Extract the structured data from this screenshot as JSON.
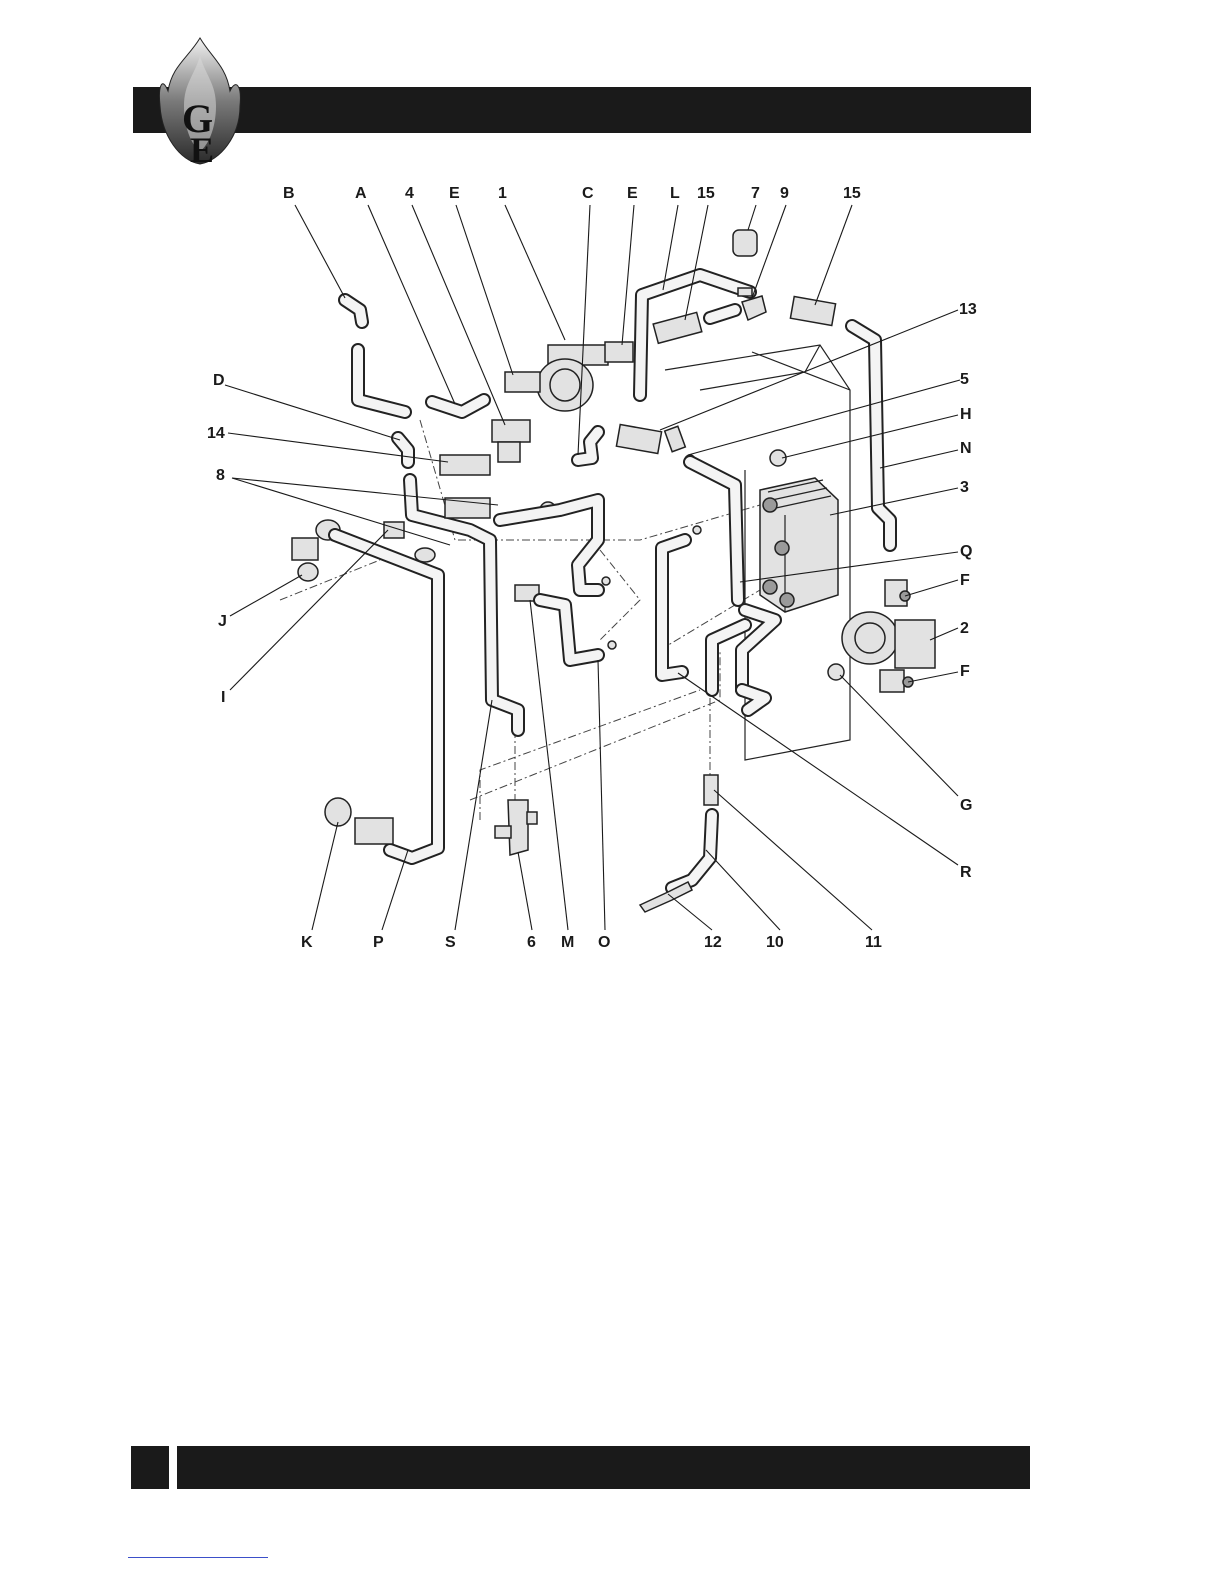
{
  "logo": {
    "letters": [
      "G",
      "E"
    ]
  },
  "labels": {
    "top": [
      "B",
      "A",
      "4",
      "E",
      "1",
      "C",
      "E",
      "L",
      "15",
      "7",
      "9",
      "15"
    ],
    "left": [
      "D",
      "14",
      "8",
      "J",
      "I"
    ],
    "right": [
      "13",
      "5",
      "H",
      "N",
      "3",
      "Q",
      "F",
      "2",
      "F",
      "G",
      "R"
    ],
    "bottom": [
      "K",
      "P",
      "S",
      "6",
      "M",
      "O",
      "12",
      "10",
      "11"
    ]
  }
}
